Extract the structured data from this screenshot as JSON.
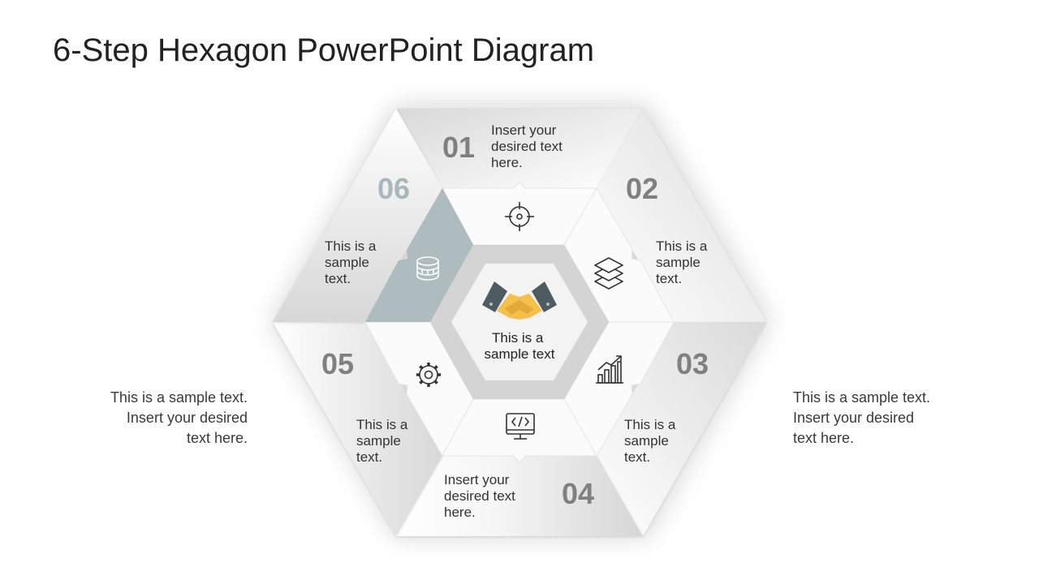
{
  "slide": {
    "title": "6-Step Hexagon PowerPoint Diagram"
  },
  "colors": {
    "number_gray": "#808080",
    "number_highlight": "#A9B7BC",
    "highlight_fill": "#AEBBBF",
    "icon_stroke": "#333333",
    "handshake_yellow": "#F5C04A",
    "handshake_sleeve": "#4F5B63"
  },
  "center": {
    "icon": "handshake-icon",
    "lines": [
      "This is a",
      "sample text"
    ]
  },
  "steps": [
    {
      "number": "01",
      "icon": "target-icon",
      "lines": [
        "Insert your",
        "desired text",
        "here."
      ]
    },
    {
      "number": "02",
      "icon": "layers-icon",
      "lines": [
        "This is a",
        "sample",
        "text."
      ]
    },
    {
      "number": "03",
      "icon": "growth-chart-icon",
      "lines": [
        "This is a",
        "sample",
        "text."
      ]
    },
    {
      "number": "04",
      "icon": "code-monitor-icon",
      "lines": [
        "Insert your",
        "desired text",
        "here."
      ]
    },
    {
      "number": "05",
      "icon": "gear-icon",
      "lines": [
        "This is a",
        "sample",
        "text."
      ]
    },
    {
      "number": "06",
      "icon": "coins-icon",
      "lines": [
        "This is a",
        "sample",
        "text."
      ]
    }
  ],
  "side_notes": {
    "left": [
      "This is a sample text.",
      "Insert your desired",
      "text here."
    ],
    "right": [
      "This is a sample text.",
      "Insert your desired",
      "text here."
    ]
  }
}
